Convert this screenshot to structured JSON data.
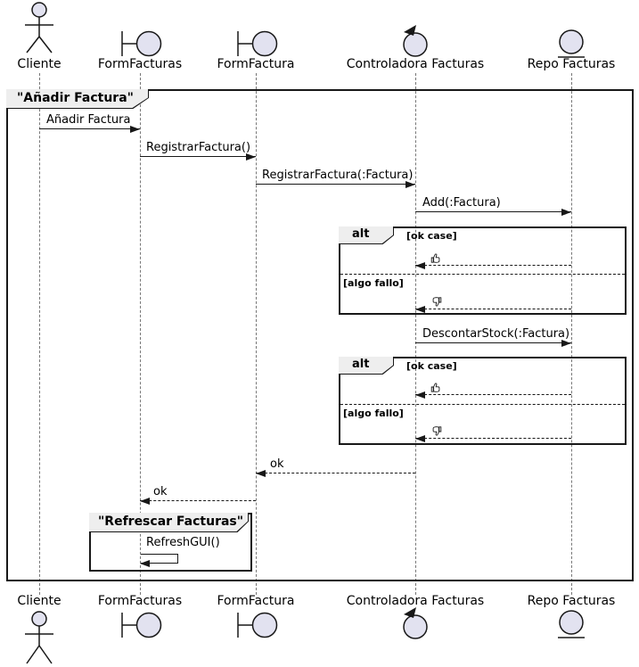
{
  "diagram": {
    "type": "uml-sequence-diagram",
    "outer_frame": {
      "title": "\"Añadir Factura\""
    },
    "inner_frame": {
      "title": "\"Refrescar Facturas\""
    },
    "participants": [
      {
        "name": "Cliente",
        "icon": "actor-icon"
      },
      {
        "name": "FormFacturas",
        "icon": "boundary-icon"
      },
      {
        "name": "FormFactura",
        "icon": "boundary-icon"
      },
      {
        "name": "Controladora Facturas",
        "icon": "control-icon"
      },
      {
        "name": "Repo Facturas",
        "icon": "entity-icon"
      }
    ],
    "messages": {
      "anadir_factura": "Añadir Factura",
      "registrar_factura": "RegistrarFactura()",
      "registrar_factura_param": "RegistrarFactura(:Factura)",
      "add_factura": "Add(:Factura)",
      "descontar_stock": "DescontarStock(:Factura)",
      "ok_1": "ok",
      "ok_2": "ok",
      "refresh_gui": "RefreshGUI()"
    },
    "alt_fragment_1": {
      "operator": "alt",
      "guard_ok": "[ok case]",
      "guard_fail": "[algo fallo]",
      "ok_response_icon": "thumbs-up-icon",
      "fail_response_icon": "thumbs-down-icon"
    },
    "alt_fragment_2": {
      "operator": "alt",
      "guard_ok": "[ok case]",
      "guard_fail": "[algo fallo]",
      "ok_response_icon": "thumbs-up-icon",
      "fail_response_icon": "thumbs-down-icon"
    },
    "colors": {
      "participant_fill": "#E2E2F0",
      "line": "#181818",
      "frame_tab_bg": "#EEEEEE",
      "lifeline": "#777777",
      "background": "#FFFFFF"
    }
  }
}
